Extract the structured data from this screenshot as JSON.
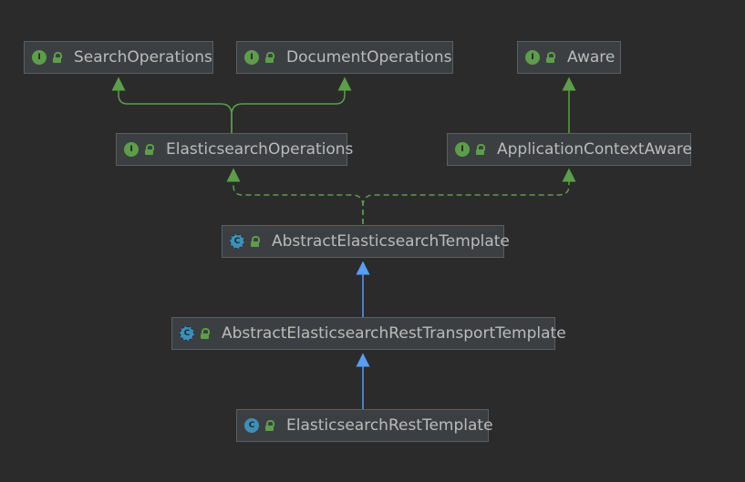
{
  "diagram": {
    "nodes": {
      "search_operations": {
        "label": "SearchOperations",
        "kind": "interface",
        "badge": "I"
      },
      "document_operations": {
        "label": "DocumentOperations",
        "kind": "interface",
        "badge": "I"
      },
      "aware": {
        "label": "Aware",
        "kind": "interface",
        "badge": "I"
      },
      "elasticsearch_operations": {
        "label": "ElasticsearchOperations",
        "kind": "interface",
        "badge": "I"
      },
      "application_context_aware": {
        "label": "ApplicationContextAware",
        "kind": "interface",
        "badge": "I"
      },
      "abstract_elasticsearch_template": {
        "label": "AbstractElasticsearchTemplate",
        "kind": "abstract-class",
        "badge": "C"
      },
      "abstract_rest_transport_template": {
        "label": "AbstractElasticsearchRestTransportTemplate",
        "kind": "abstract-class",
        "badge": "C"
      },
      "elasticsearch_rest_template": {
        "label": "ElasticsearchRestTemplate",
        "kind": "class",
        "badge": "C"
      }
    },
    "edges": [
      {
        "from": "elasticsearch_operations",
        "to": "search_operations",
        "type": "extends"
      },
      {
        "from": "elasticsearch_operations",
        "to": "document_operations",
        "type": "extends"
      },
      {
        "from": "application_context_aware",
        "to": "aware",
        "type": "extends"
      },
      {
        "from": "abstract_elasticsearch_template",
        "to": "elasticsearch_operations",
        "type": "implements"
      },
      {
        "from": "abstract_elasticsearch_template",
        "to": "application_context_aware",
        "type": "implements"
      },
      {
        "from": "abstract_rest_transport_template",
        "to": "abstract_elasticsearch_template",
        "type": "inherits"
      },
      {
        "from": "elasticsearch_rest_template",
        "to": "abstract_rest_transport_template",
        "type": "inherits"
      }
    ],
    "icons": {
      "interface": "interface-icon",
      "abstract_class": "abstract-class-icon",
      "class": "class-icon",
      "visibility": "public-lock-icon"
    },
    "colors": {
      "background": "#2b2b2b",
      "node_fill": "#3c3f41",
      "interface_badge": "#5c9e49",
      "class_badge": "#3d8fb8",
      "extends_edge": "#5c9e49",
      "inherits_edge": "#589df6"
    }
  }
}
